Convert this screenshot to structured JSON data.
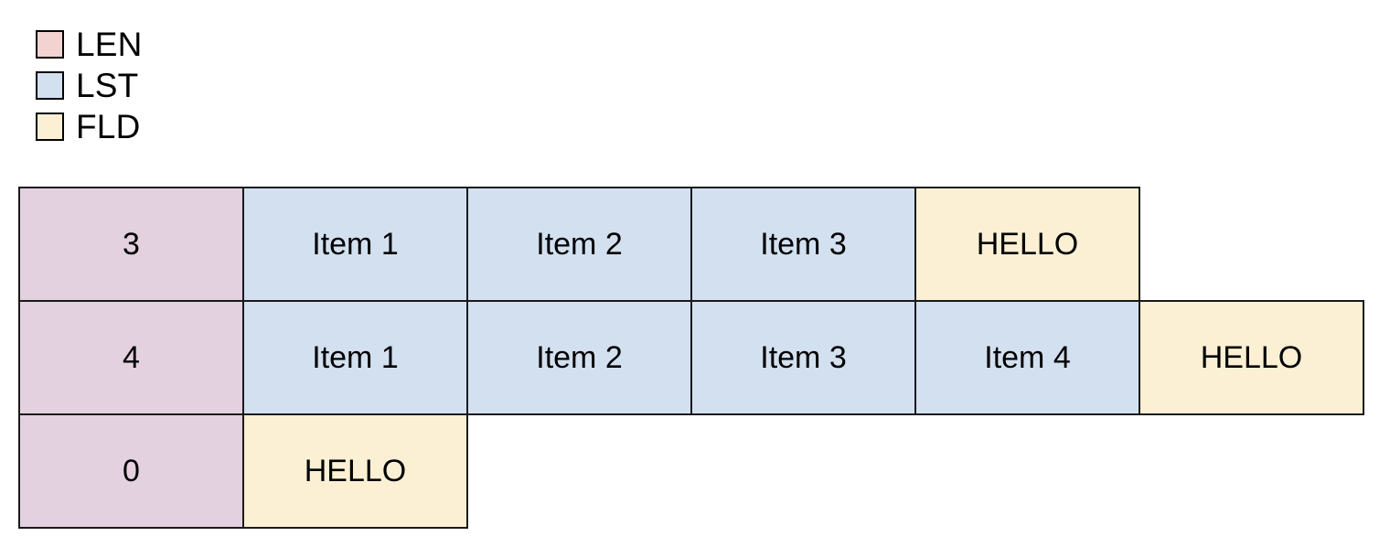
{
  "legend": {
    "items": [
      {
        "label": "LEN",
        "color": "#f2d3d1",
        "kind": "LEN"
      },
      {
        "label": "LST",
        "color": "#d3e0f0",
        "kind": "LST"
      },
      {
        "label": "FLD",
        "color": "#fbf0d3",
        "kind": "FLD"
      }
    ]
  },
  "table": {
    "rows": [
      {
        "cells": [
          {
            "text": "3",
            "kind": "LEN"
          },
          {
            "text": "Item 1",
            "kind": "LST"
          },
          {
            "text": "Item 2",
            "kind": "LST"
          },
          {
            "text": "Item 3",
            "kind": "LST"
          },
          {
            "text": "HELLO",
            "kind": "FLD"
          }
        ]
      },
      {
        "cells": [
          {
            "text": "4",
            "kind": "LEN"
          },
          {
            "text": "Item 1",
            "kind": "LST"
          },
          {
            "text": "Item 2",
            "kind": "LST"
          },
          {
            "text": "Item 3",
            "kind": "LST"
          },
          {
            "text": "Item 4",
            "kind": "LST"
          },
          {
            "text": "HELLO",
            "kind": "FLD"
          }
        ]
      },
      {
        "cells": [
          {
            "text": "0",
            "kind": "LEN"
          },
          {
            "text": "HELLO",
            "kind": "FLD"
          }
        ]
      }
    ]
  },
  "colors": {
    "legend_len": "#f2d3d1",
    "legend_lst": "#d3e0f0",
    "legend_fld": "#fbf0d3",
    "cell_len": "#e3d1df",
    "cell_lst": "#d3e0f0",
    "cell_fld": "#fbf0d3",
    "border": "#1a1a1a",
    "background": "#ffffff"
  }
}
